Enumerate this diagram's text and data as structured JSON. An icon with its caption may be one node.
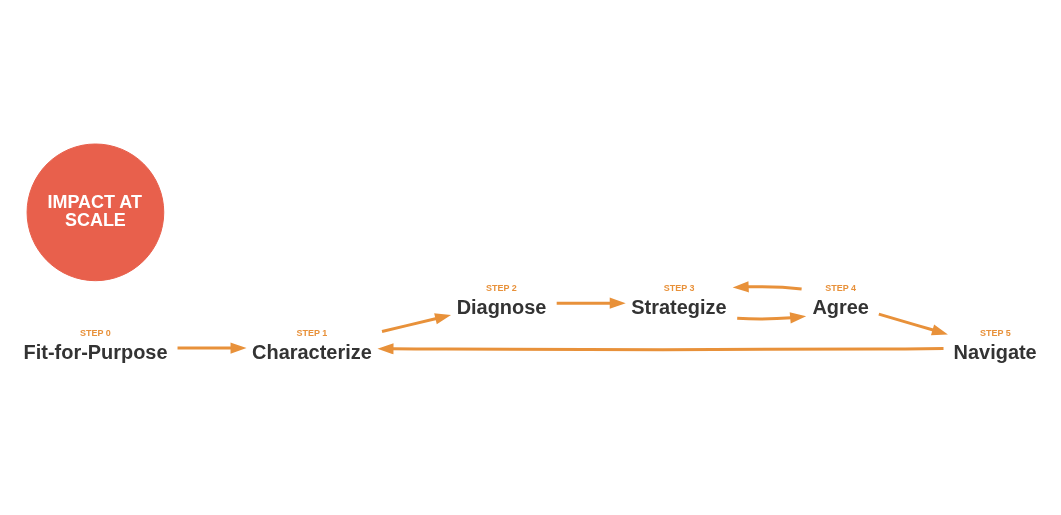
{
  "diagram": {
    "nodes": [
      {
        "text": [
          "STEP 0",
          "Fit-for-Purpose"
        ]
      },
      {
        "text": [
          "STEP 1",
          "Characterize"
        ]
      },
      {
        "text": [
          "STEP 2",
          "Diagnose"
        ]
      },
      {
        "text": [
          "STEP 3",
          "Strategize"
        ]
      },
      {
        "text": [
          "STEP 4",
          "Agree"
        ]
      },
      {
        "text": [
          "STEP 5",
          "Navigate"
        ]
      },
      {
        "text": [
          "IMPACT AT SCALE"
        ]
      }
    ],
    "edges": [
      {
        "from": 0,
        "to": 1,
        "arrow": "to"
      },
      {
        "from": 1,
        "to": 2,
        "arrow": "to"
      },
      {
        "from": 2,
        "to": 3,
        "arrow": "to"
      },
      {
        "from": 3,
        "to": 4,
        "arrow": "to"
      },
      {
        "from": 4,
        "to": 3,
        "arrow": "to"
      },
      {
        "from": 4,
        "to": 5,
        "arrow": "to"
      },
      {
        "from": 5,
        "to": 1,
        "arrow": "to"
      }
    ]
  }
}
